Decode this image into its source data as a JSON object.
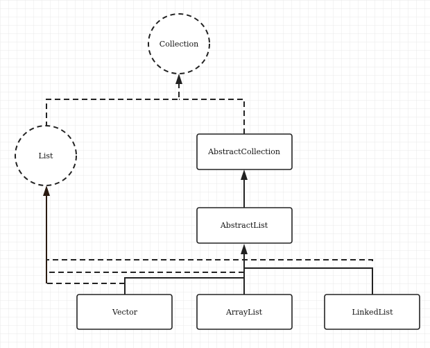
{
  "diagram": {
    "interfaces": {
      "collection": "Collection",
      "list": "List"
    },
    "classes": {
      "abstract_collection": "AbstractCollection",
      "abstract_list": "AbstractList",
      "vector": "Vector",
      "array_list": "ArrayList",
      "linked_list": "LinkedList"
    }
  },
  "colors": {
    "grid": "#e8e8e8",
    "line": "#222222",
    "arrow_to_list": "#2a1a10",
    "background": "#ffffff"
  }
}
